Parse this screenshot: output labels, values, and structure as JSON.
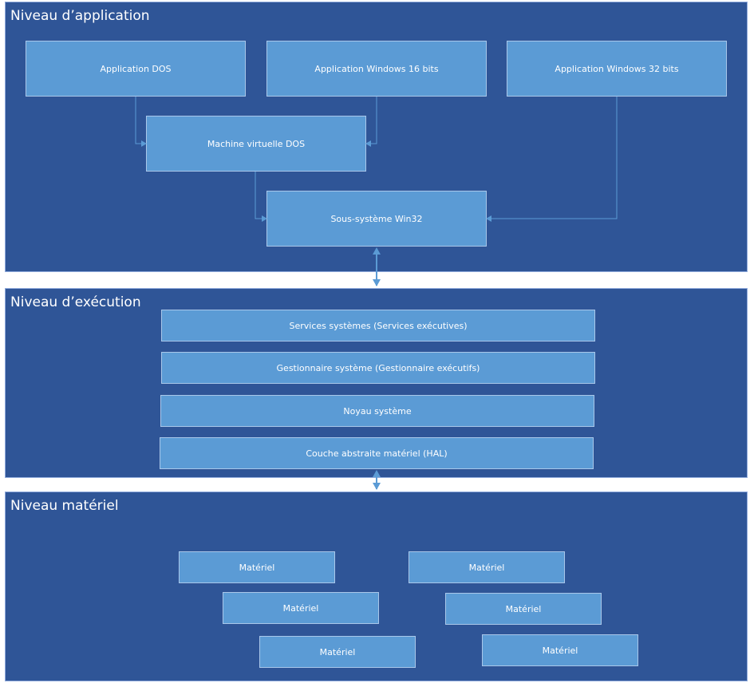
{
  "levels": {
    "application": {
      "title": "Niveau d’application",
      "boxes": {
        "app_dos": "Application DOS",
        "app_win16": "Application Windows 16 bits",
        "app_win32": "Application Windows 32 bits",
        "dos_vm": "Machine virtuelle DOS",
        "win32_subsystem": "Sous-système Win32"
      }
    },
    "execution": {
      "title": "Niveau d’exécution",
      "layers": [
        "Services systèmes (Services exécutives)",
        "Gestionnaire système (Gestionnaire exécutifs)",
        "Noyau système",
        "Couche abstraite matériel (HAL)"
      ]
    },
    "hardware": {
      "title": "Niveau matériel",
      "items": [
        "Matériel",
        "Matériel",
        "Matériel",
        "Matériel",
        "Matériel",
        "Matériel"
      ]
    }
  },
  "colors": {
    "panel_bg": "#2f5597",
    "box_bg": "#5b9bd5",
    "connector": "#5b9bd5",
    "text": "#ffffff"
  }
}
